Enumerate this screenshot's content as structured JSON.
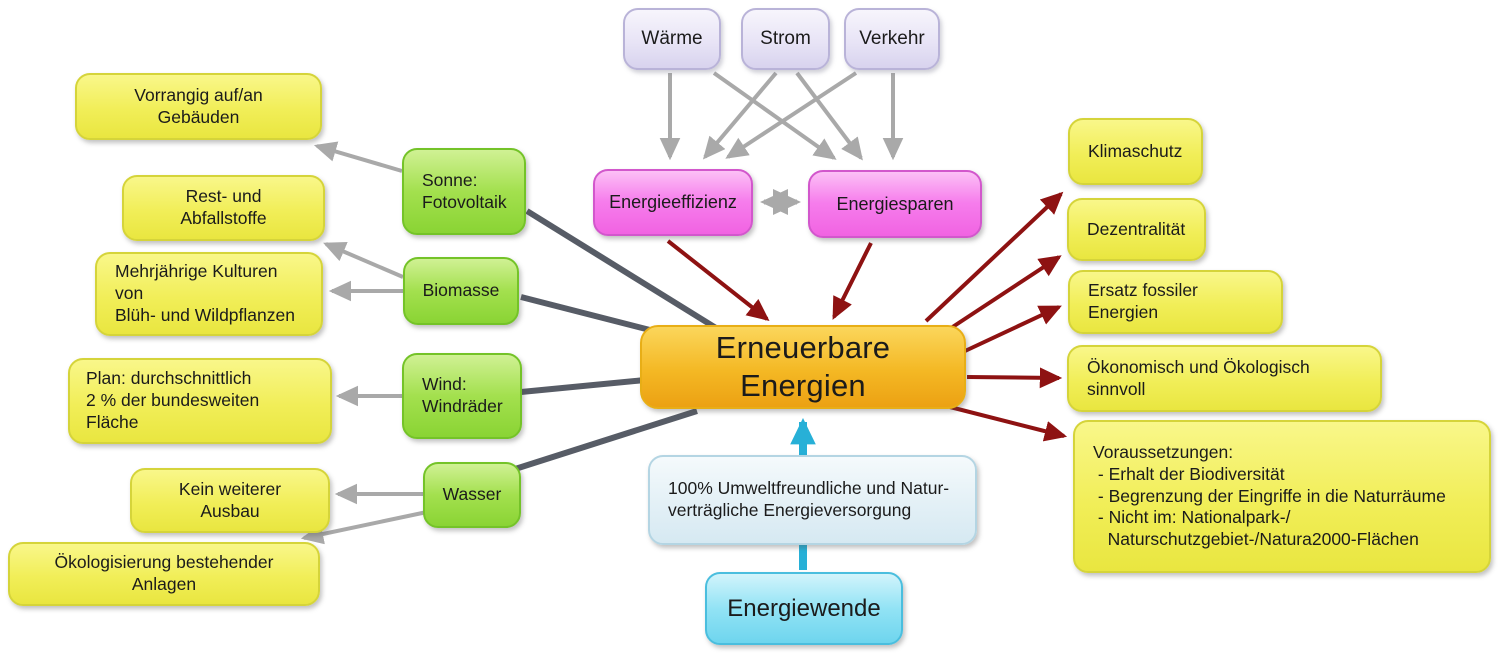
{
  "diagram": {
    "type": "concept-map",
    "language": "de",
    "central_topic": "Erneuerbare Energien"
  },
  "colors": {
    "background": "#ffffff",
    "node_lavender": "#e8e4f6",
    "node_pink": "#f67dec",
    "node_orange": "#f4b824",
    "node_green": "#a3e04e",
    "node_yellow": "#f1ee58",
    "node_pale_blue": "#e3f0f6",
    "node_cyan": "#92e3f5",
    "arrow_gray": "#a9a9a9",
    "arrow_dark_red": "#8e1212",
    "line_slate": "#575c66",
    "arrow_cyan": "#27b0d7",
    "text": "#1b1b1b"
  },
  "nodes": {
    "waerme": {
      "label": "Wärme"
    },
    "strom": {
      "label": "Strom"
    },
    "verkehr": {
      "label": "Verkehr"
    },
    "energieeffizienz": {
      "label": "Energieeffizienz"
    },
    "energiesparen": {
      "label": "Energiesparen"
    },
    "erneuerbare": {
      "label": "Erneuerbare Energien"
    },
    "sonne": {
      "label": "Sonne:\nFotovoltaik"
    },
    "biomasse": {
      "label": "Biomasse"
    },
    "wind": {
      "label": "Wind:\nWindräder"
    },
    "wasser": {
      "label": "Wasser"
    },
    "vorrangig": {
      "label": "Vorrangig auf/an Gebäuden"
    },
    "rest": {
      "label": "Rest- und Abfallstoffe"
    },
    "mehrjaehrig": {
      "label": "Mehrjährige Kulturen von\nBlüh- und Wildpflanzen"
    },
    "plan": {
      "label": "Plan: durchschnittlich\n2 % der bundesweiten Fläche"
    },
    "kein_ausbau": {
      "label": "Kein weiterer Ausbau"
    },
    "oekologisierung": {
      "label": "Ökologisierung bestehender Anlagen"
    },
    "klimaschutz": {
      "label": "Klimaschutz"
    },
    "dezentralitaet": {
      "label": "Dezentralität"
    },
    "ersatz": {
      "label": "Ersatz fossiler Energien"
    },
    "oekonomisch": {
      "label": "Ökonomisch und Ökologisch sinnvoll"
    },
    "voraussetzungen": {
      "label": "Voraussetzungen:\n - Erhalt der Biodiversität\n - Begrenzung der Eingriffe in die Naturräume\n - Nicht im: Nationalpark-/\n   Naturschutzgebiet-/Natura2000-Flächen"
    },
    "umwelt": {
      "label": "100% Umweltfreundliche und Natur-\nverträgliche Energieversorgung"
    },
    "energiewende": {
      "label": "Energiewende"
    }
  },
  "edges": [
    {
      "from": "waerme",
      "to": "energieeffizienz",
      "style": "gray-arrow"
    },
    {
      "from": "waerme",
      "to": "energiesparen",
      "style": "gray-arrow"
    },
    {
      "from": "strom",
      "to": "energieeffizienz",
      "style": "gray-arrow"
    },
    {
      "from": "strom",
      "to": "energiesparen",
      "style": "gray-arrow"
    },
    {
      "from": "verkehr",
      "to": "energieeffizienz",
      "style": "gray-arrow"
    },
    {
      "from": "verkehr",
      "to": "energiesparen",
      "style": "gray-arrow"
    },
    {
      "from": "energieeffizienz",
      "to": "energiesparen",
      "style": "gray-double-arrow"
    },
    {
      "from": "energieeffizienz",
      "to": "erneuerbare",
      "style": "dark-red-arrow"
    },
    {
      "from": "energiesparen",
      "to": "erneuerbare",
      "style": "dark-red-arrow"
    },
    {
      "from": "erneuerbare",
      "to": "klimaschutz",
      "style": "dark-red-arrow"
    },
    {
      "from": "erneuerbare",
      "to": "dezentralitaet",
      "style": "dark-red-arrow"
    },
    {
      "from": "erneuerbare",
      "to": "ersatz",
      "style": "dark-red-arrow"
    },
    {
      "from": "erneuerbare",
      "to": "oekonomisch",
      "style": "dark-red-arrow"
    },
    {
      "from": "erneuerbare",
      "to": "voraussetzungen",
      "style": "dark-red-arrow"
    },
    {
      "from": "erneuerbare",
      "to": "sonne",
      "style": "slate-line"
    },
    {
      "from": "erneuerbare",
      "to": "biomasse",
      "style": "slate-line"
    },
    {
      "from": "erneuerbare",
      "to": "wind",
      "style": "slate-line"
    },
    {
      "from": "erneuerbare",
      "to": "wasser",
      "style": "slate-line"
    },
    {
      "from": "sonne",
      "to": "vorrangig",
      "style": "gray-arrow"
    },
    {
      "from": "biomasse",
      "to": "rest",
      "style": "gray-arrow"
    },
    {
      "from": "biomasse",
      "to": "mehrjaehrig",
      "style": "gray-arrow"
    },
    {
      "from": "wind",
      "to": "plan",
      "style": "gray-arrow"
    },
    {
      "from": "wasser",
      "to": "kein_ausbau",
      "style": "gray-arrow"
    },
    {
      "from": "wasser",
      "to": "oekologisierung",
      "style": "gray-arrow"
    },
    {
      "from": "energiewende",
      "to": "erneuerbare",
      "style": "cyan-arrow"
    }
  ]
}
